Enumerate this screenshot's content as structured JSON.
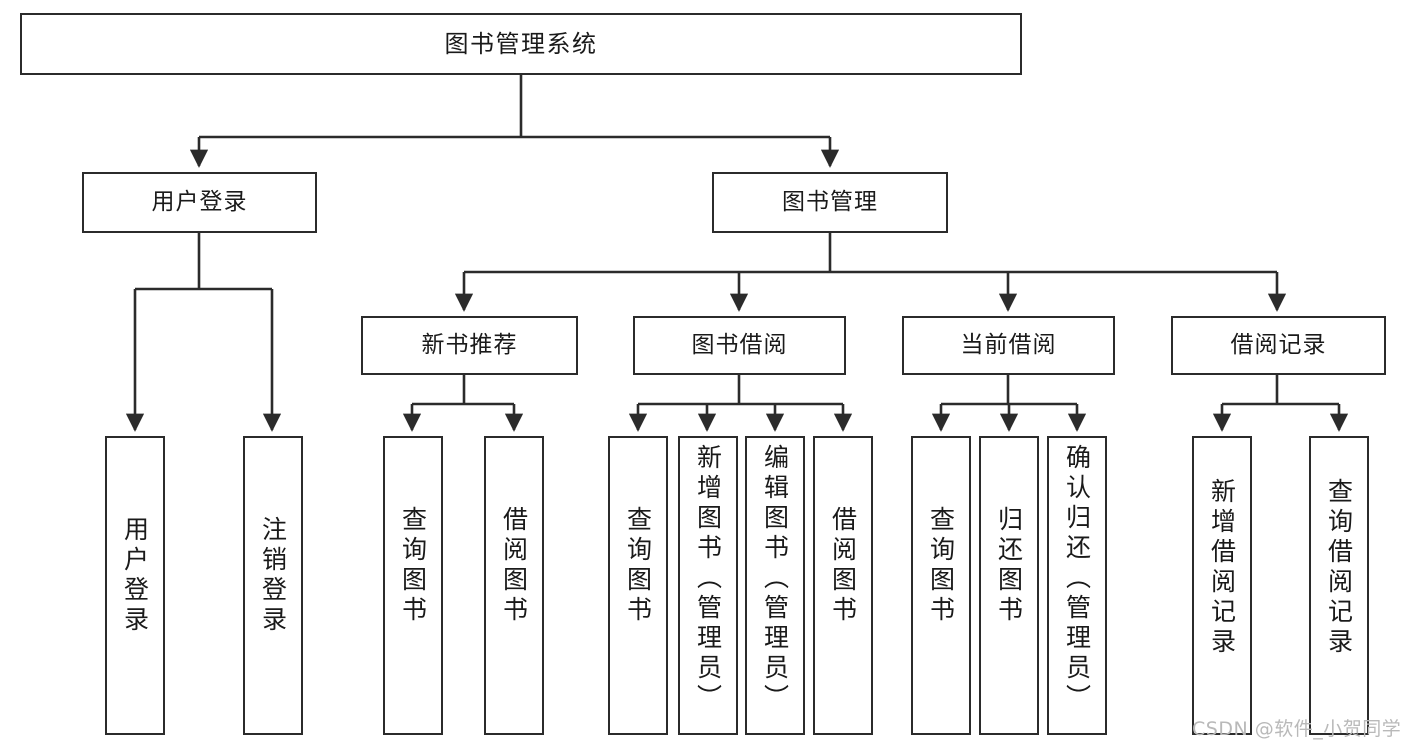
{
  "diagram": {
    "type": "tree-hierarchy-chart",
    "title": "图书管理系统",
    "orientation": "top-down",
    "line_color": "#2b2b2b",
    "box_fill": "#ffffff",
    "text_color": "#1a1a1a"
  },
  "nodes": {
    "root": {
      "label": "图书管理系统",
      "level": 0
    },
    "level1": [
      {
        "id": "user_login",
        "label": "用户登录"
      },
      {
        "id": "book_manage",
        "label": "图书管理"
      }
    ],
    "level2": [
      {
        "id": "new_book_rec",
        "label": "新书推荐",
        "parent": "book_manage"
      },
      {
        "id": "book_borrow",
        "label": "图书借阅",
        "parent": "book_manage"
      },
      {
        "id": "current_borrow",
        "label": "当前借阅",
        "parent": "book_manage"
      },
      {
        "id": "borrow_record",
        "label": "借阅记录",
        "parent": "book_manage"
      }
    ],
    "leaves": [
      {
        "id": "leaf_user_login",
        "label": "用户登录",
        "parent": "user_login"
      },
      {
        "id": "leaf_logout",
        "label": "注销登录",
        "parent": "user_login"
      },
      {
        "id": "leaf_query_book_1",
        "label": "查询图书",
        "parent": "new_book_rec"
      },
      {
        "id": "leaf_borrow_book_1",
        "label": "借阅图书",
        "parent": "new_book_rec"
      },
      {
        "id": "leaf_query_book_2",
        "label": "查询图书",
        "parent": "book_borrow"
      },
      {
        "id": "leaf_add_book",
        "label": "新增图书（管理员）",
        "parent": "book_borrow"
      },
      {
        "id": "leaf_edit_book",
        "label": "编辑图书（管理员）",
        "parent": "book_borrow"
      },
      {
        "id": "leaf_borrow_book_2",
        "label": "借阅图书",
        "parent": "book_borrow"
      },
      {
        "id": "leaf_query_book_3",
        "label": "查询图书",
        "parent": "current_borrow"
      },
      {
        "id": "leaf_return_book",
        "label": "归还图书",
        "parent": "current_borrow"
      },
      {
        "id": "leaf_confirm_return",
        "label": "确认归还（管理员）",
        "parent": "current_borrow"
      },
      {
        "id": "leaf_add_record",
        "label": "新增借阅记录",
        "parent": "borrow_record"
      },
      {
        "id": "leaf_query_record",
        "label": "查询借阅记录",
        "parent": "borrow_record"
      }
    ]
  },
  "watermark": {
    "text": "CSDN @软件_小贺同学"
  }
}
